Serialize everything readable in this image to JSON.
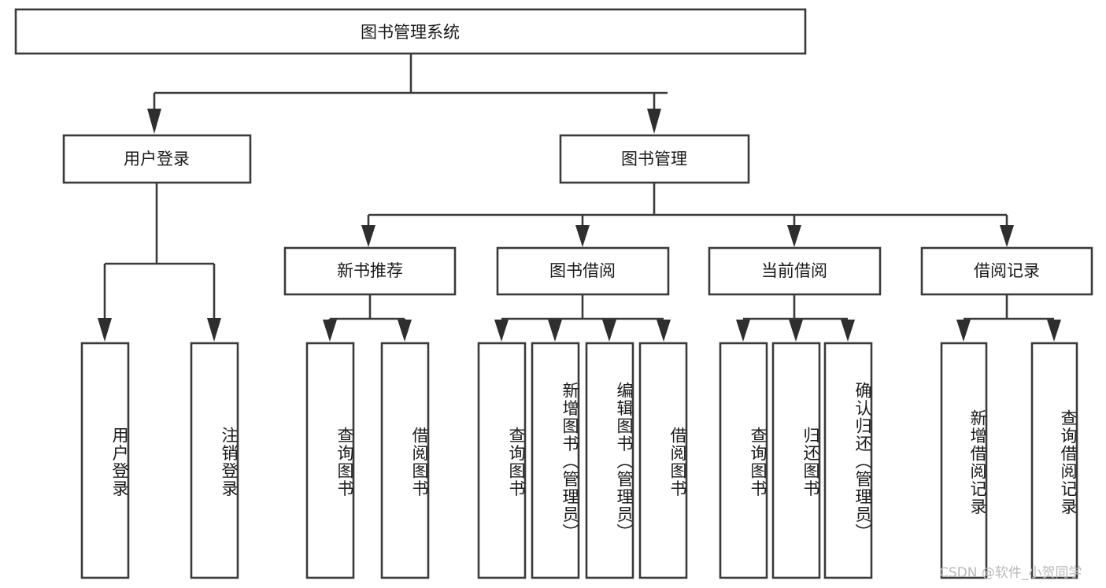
{
  "diagram": {
    "title": "图书管理系统",
    "type": "hierarchy-tree",
    "root": {
      "label": "图书管理系统"
    },
    "level1": [
      {
        "label": "用户登录"
      },
      {
        "label": "图书管理"
      }
    ],
    "level2": [
      {
        "label": "新书推荐"
      },
      {
        "label": "图书借阅"
      },
      {
        "label": "当前借阅"
      },
      {
        "label": "借阅记录"
      }
    ],
    "leaves": {
      "user_login": [
        {
          "label": "用户登录"
        },
        {
          "label": "注销登录"
        }
      ],
      "new_book_recommend": [
        {
          "label": "查询图书"
        },
        {
          "label": "借阅图书"
        }
      ],
      "book_borrow": [
        {
          "label": "查询图书"
        },
        {
          "label": "新增图书（管理员）"
        },
        {
          "label": "编辑图书（管理员）"
        },
        {
          "label": "借阅图书"
        }
      ],
      "current_borrow": [
        {
          "label": "查询图书"
        },
        {
          "label": "归还图书"
        },
        {
          "label": "确认归还（管理员）"
        }
      ],
      "borrow_record": [
        {
          "label": "新增借阅记录"
        },
        {
          "label": "查询借阅记录"
        }
      ]
    }
  },
  "watermark": {
    "text": "CSDN @软件_小贺同学"
  },
  "colors": {
    "stroke": "#3a3a3a",
    "text": "#1a1a1a",
    "background": "#ffffff",
    "watermark": "#b9b9b9"
  }
}
